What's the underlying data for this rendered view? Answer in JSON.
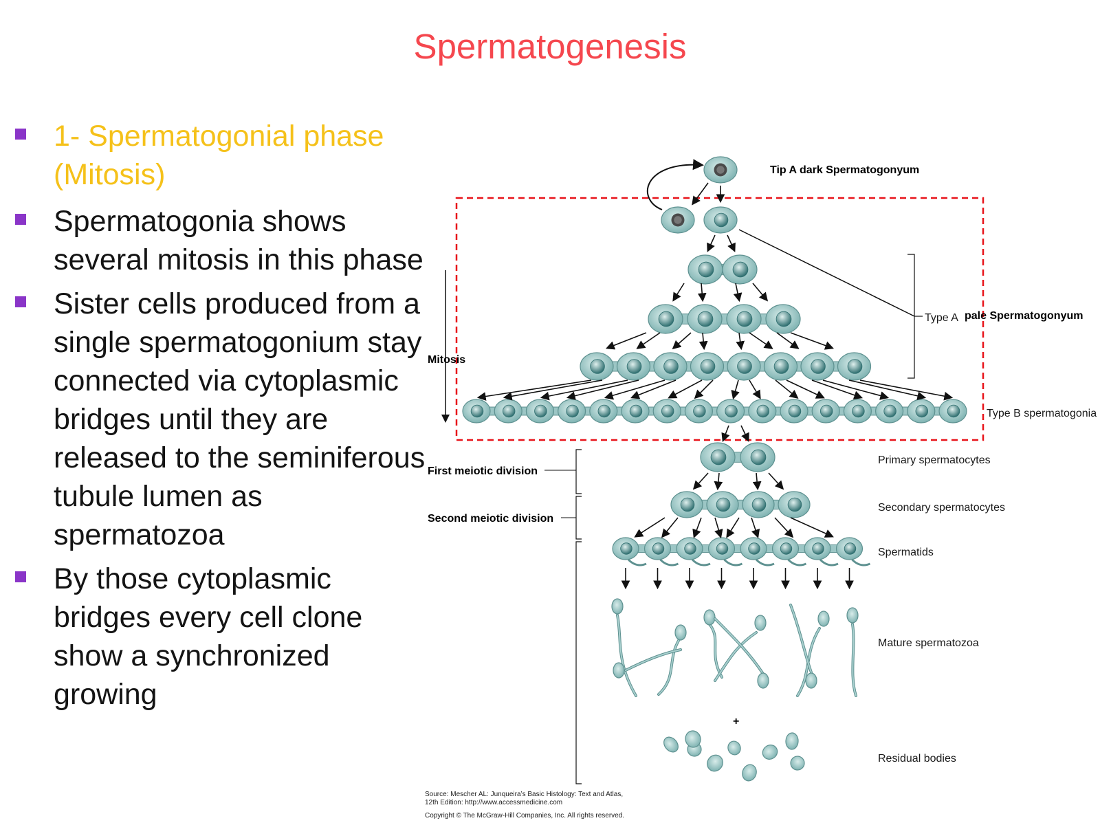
{
  "slide": {
    "title": "Spermatogenesis",
    "bullets": [
      "1- Spermatogonial phase (Mitosis)",
      "Spermatogonia shows several mitosis in this phase",
      "Sister cells produced from a single spermatogonium stay connected via cytoplasmic bridges until they are released to the seminiferous tubule lumen as spermatozoa",
      "By those cytoplasmic bridges every cell clone show a synchronized growing"
    ]
  },
  "diagram": {
    "labels": {
      "tip_a_dark": "Tip A dark Spermatogonyum",
      "type_a": "Type A",
      "pale": "pale Spermatogonyum",
      "mitosis": "Mitosis",
      "type_b": "Type B spermatogonia",
      "first_meiotic": "First meiotic division",
      "second_meiotic": "Second meiotic division",
      "primary": "Primary spermatocytes",
      "secondary": "Secondary spermatocytes",
      "spermatids": "Spermatids",
      "mature": "Mature spermatozoa",
      "plus": "+",
      "residual": "Residual bodies"
    },
    "source": {
      "line1": "Source: Mescher AL: Junqueira’s Basic Histology: Text and Atlas,",
      "line2": "12th Edition: http://www.accessmedicine.com",
      "copyright": "Copyright © The McGraw-Hill Companies, Inc. All rights reserved."
    },
    "colors": {
      "title": "#f5474e",
      "first_bullet": "#f5c11a",
      "bullet_square": "#8a35c8",
      "dashed_box": "#e8141a",
      "cell_fill": "#8fbfbe"
    }
  }
}
